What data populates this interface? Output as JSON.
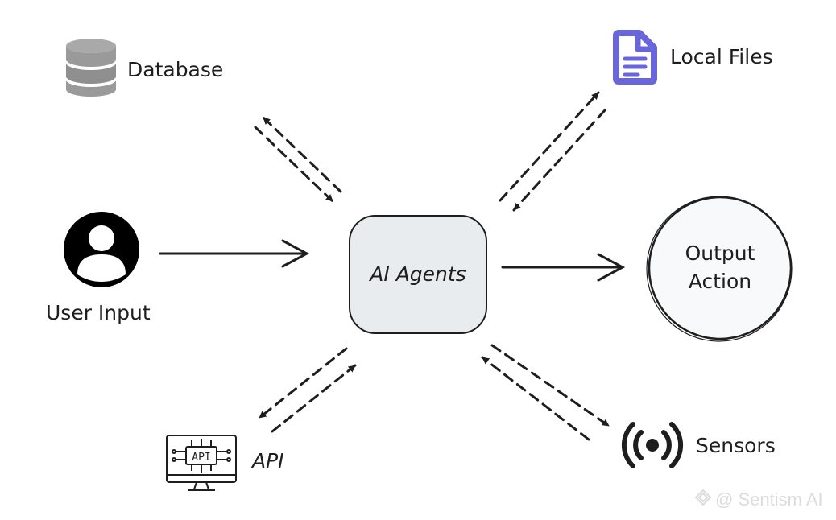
{
  "nodes": {
    "database": {
      "label": "Database",
      "icon": "database-icon"
    },
    "local_files": {
      "label": "Local Files",
      "icon": "document-icon"
    },
    "user_input": {
      "label": "User Input",
      "icon": "user-icon"
    },
    "ai_agents": {
      "label": "AI Agents"
    },
    "output_action": {
      "label_line1": "Output",
      "label_line2": "Action"
    },
    "api": {
      "label": "API",
      "icon": "api-icon",
      "chip_text": "API"
    },
    "sensors": {
      "label": "Sensors",
      "icon": "broadcast-icon"
    }
  },
  "watermark": {
    "text": "@ Sentism AI",
    "icon": "diamond-logo-icon"
  },
  "colors": {
    "stroke": "#1e1e1e",
    "box_fill": "#e9ecef",
    "document_icon": "#6965db",
    "database_icon": "#9a9a9a",
    "watermark": "#dcdcdc"
  }
}
